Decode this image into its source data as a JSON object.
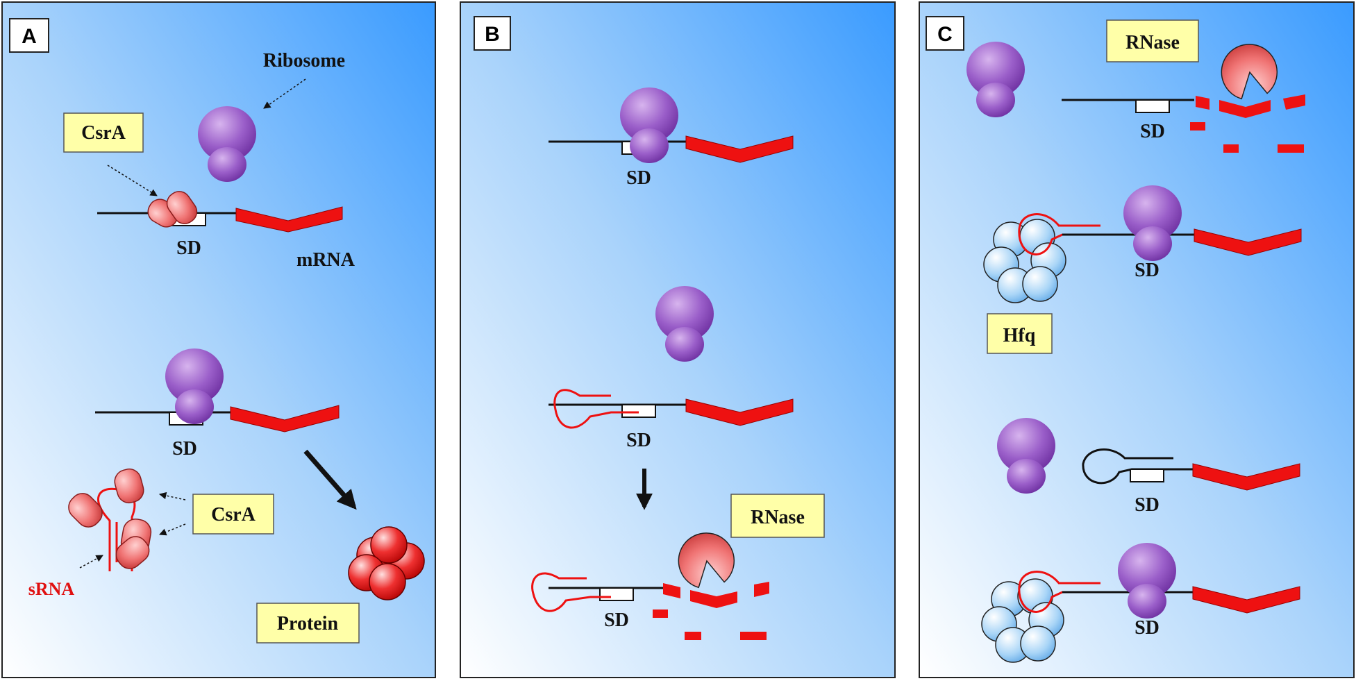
{
  "panels": {
    "a": {
      "letter": "A",
      "ribosome_label": "Ribosome",
      "csra_top_label": "CsrA",
      "sd_top": "SD",
      "mrna_label": "mRNA",
      "sd_bottom": "SD",
      "csra_bottom_label": "CsrA",
      "srna_label": "sRNA",
      "protein_label": "Protein"
    },
    "b": {
      "letter": "B",
      "sd_top": "SD",
      "sd_mid": "SD",
      "rnase_label": "RNase",
      "sd_bottom": "SD"
    },
    "c": {
      "letter": "C",
      "rnase_label": "RNase",
      "sd_1": "SD",
      "sd_2": "SD",
      "hfq_label": "Hfq",
      "sd_3": "SD",
      "sd_4": "SD"
    }
  },
  "colors": {
    "panel_gradient_light": "#ffffff",
    "panel_gradient_dark": "#3a9bff",
    "ribosome": "#8e4fbf",
    "csra": "#f07070",
    "mrna_coding": "#ee1111",
    "hfq": "#9dd0f5",
    "label_box": "#ffffa8"
  }
}
